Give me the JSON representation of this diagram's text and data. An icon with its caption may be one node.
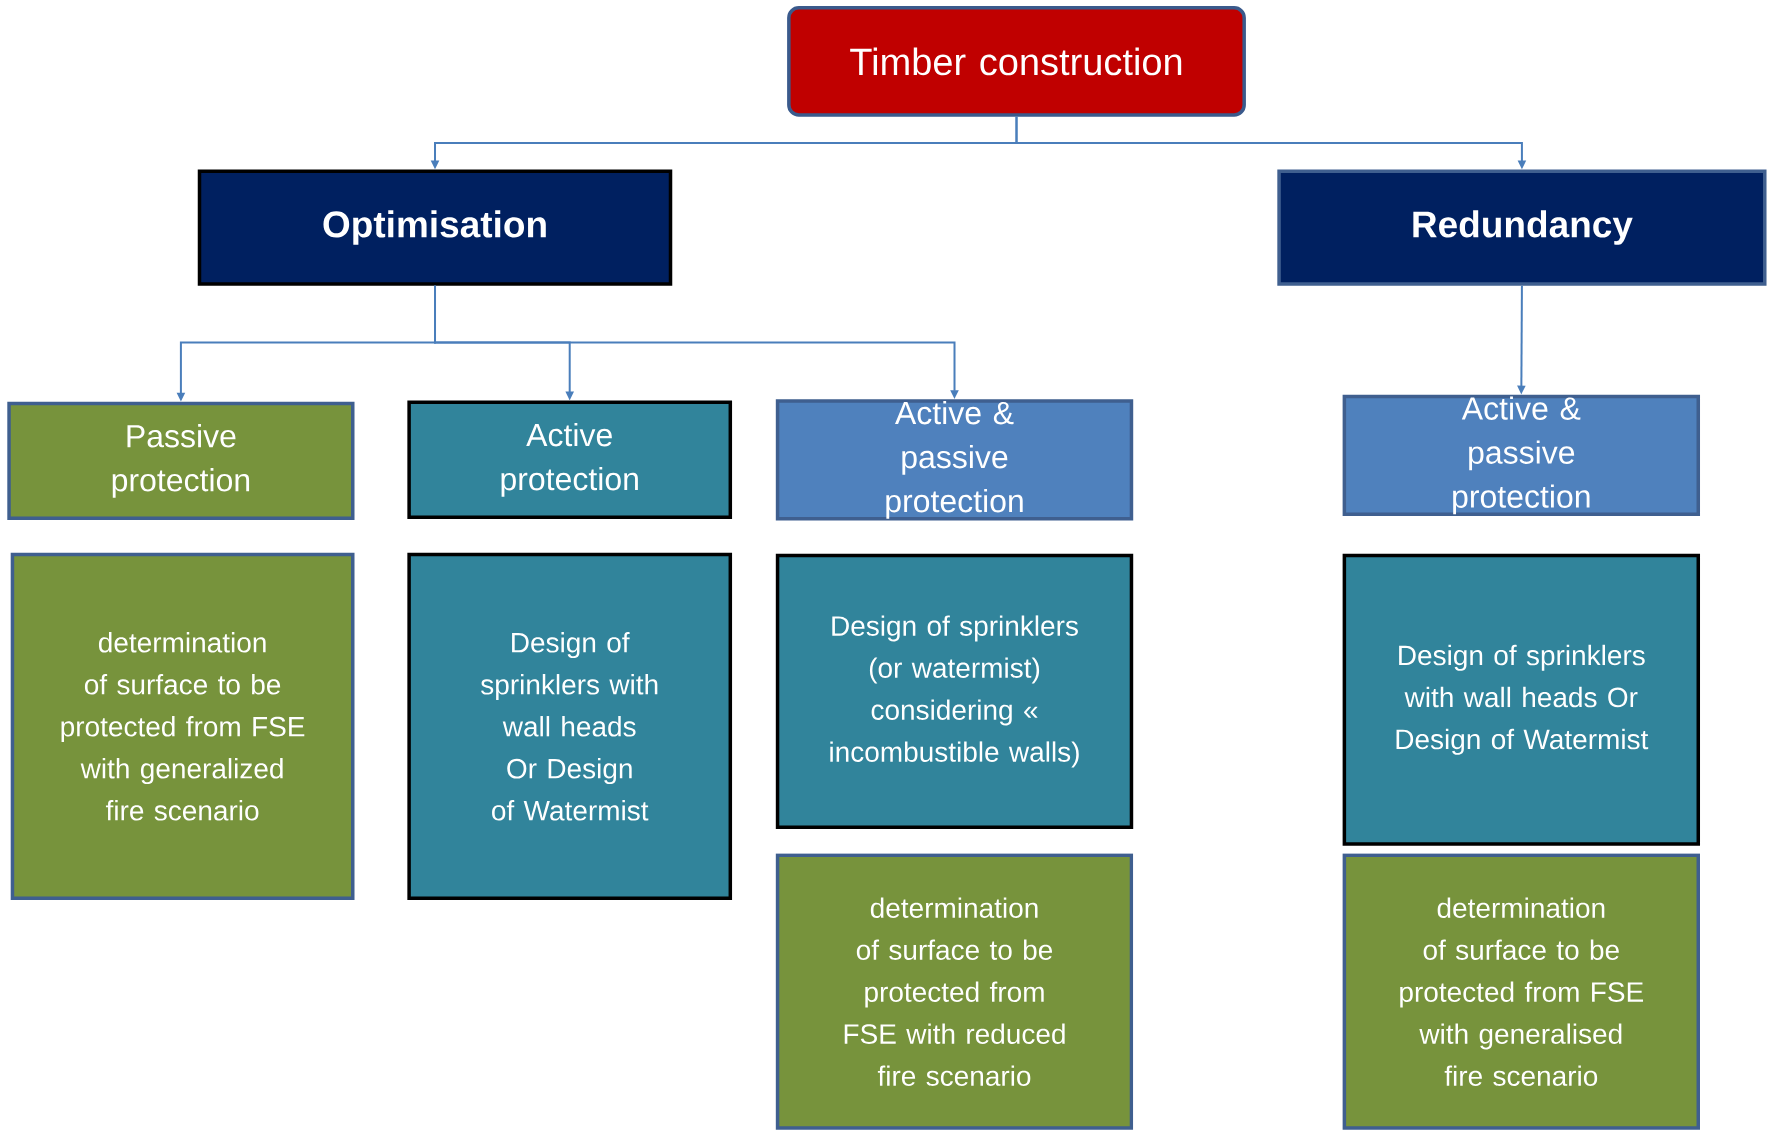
{
  "diagram": {
    "nodes": [
      {
        "text": [
          "Timber construction"
        ]
      },
      {
        "text": [
          "Optimisation"
        ]
      },
      {
        "text": [
          "Redundancy"
        ]
      },
      {
        "text": [
          "Passive protection"
        ]
      },
      {
        "text": [
          "Active protection"
        ]
      },
      {
        "text": [
          "Active & passive protection"
        ]
      },
      {
        "text": [
          "Active & passive protection"
        ]
      },
      {
        "text": [
          "determination of surface to be protected from FSE with generalized fire scenario"
        ]
      },
      {
        "text": [
          "Design of sprinklers with wall heads Or Design of Watermist"
        ]
      },
      {
        "text": [
          "Design of sprinklers (or watermist) considering « incombustible walls)"
        ]
      },
      {
        "text": [
          "determination of surface to be protected from FSE with reduced fire scenario"
        ]
      },
      {
        "text": [
          "Design of sprinklers with wall heads Or Design of Watermist"
        ]
      },
      {
        "text": [
          "determination of surface to be protected from FSE with generalised fire scenario"
        ]
      }
    ],
    "edges": [
      {
        "from": 0,
        "to": 1,
        "arrow": "to"
      },
      {
        "from": 0,
        "to": 2,
        "arrow": "to"
      },
      {
        "from": 1,
        "to": 3,
        "arrow": "to"
      },
      {
        "from": 1,
        "to": 4,
        "arrow": "to"
      },
      {
        "from": 1,
        "to": 5,
        "arrow": "to"
      },
      {
        "from": 2,
        "to": 6,
        "arrow": "to"
      }
    ]
  }
}
